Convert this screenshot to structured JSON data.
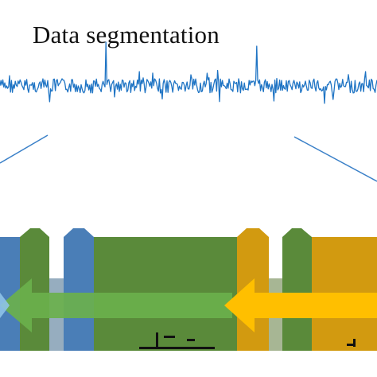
{
  "title": "Data segmentation",
  "colors": {
    "signal": "#1f74c4",
    "zoom_line": "#3a80c8",
    "segment_blue": "#4a7eb7",
    "segment_green": "#5a8a3a",
    "segment_yellow": "#d29a10",
    "arrow_green": "#6ab04c",
    "arrow_yellow": "#ffbf00"
  },
  "elements": {
    "signal": "eeg-signal-trace",
    "zoom_lines": [
      "zoom-line-left",
      "zoom-line-right"
    ],
    "segments": [
      "blue",
      "green",
      "blue",
      "green",
      "yellow",
      "green",
      "yellow"
    ],
    "arrows": [
      {
        "name": "green-arrow-left",
        "direction": "left"
      },
      {
        "name": "yellow-arrow-left",
        "direction": "left"
      }
    ]
  }
}
